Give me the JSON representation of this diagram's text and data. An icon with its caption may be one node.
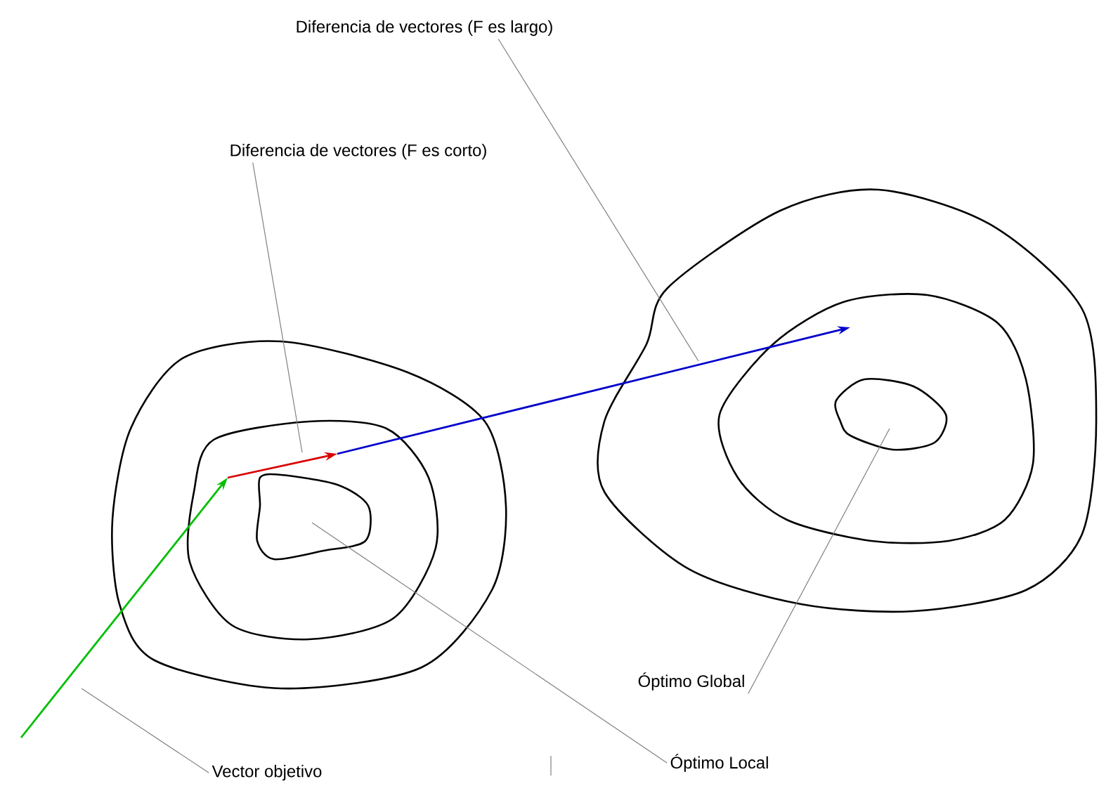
{
  "diagram": {
    "nodes": [
      {
        "text": [
          "Diferencia de vectores (F es largo)"
        ]
      },
      {
        "text": [
          "Diferencia de vectores (F es corto)"
        ]
      },
      {
        "text": [
          "Óptimo Global"
        ]
      },
      {
        "text": [
          "Vector objetivo"
        ]
      },
      {
        "text": [
          "Óptimo Local"
        ]
      }
    ],
    "edges": [
      {
        "from": 0,
        "to": null,
        "arrow": "none"
      },
      {
        "from": 1,
        "to": null,
        "arrow": "none"
      },
      {
        "from": 2,
        "to": null,
        "arrow": "none"
      },
      {
        "from": 3,
        "to": null,
        "arrow": "none"
      },
      {
        "from": 4,
        "to": null,
        "arrow": "none"
      }
    ]
  }
}
